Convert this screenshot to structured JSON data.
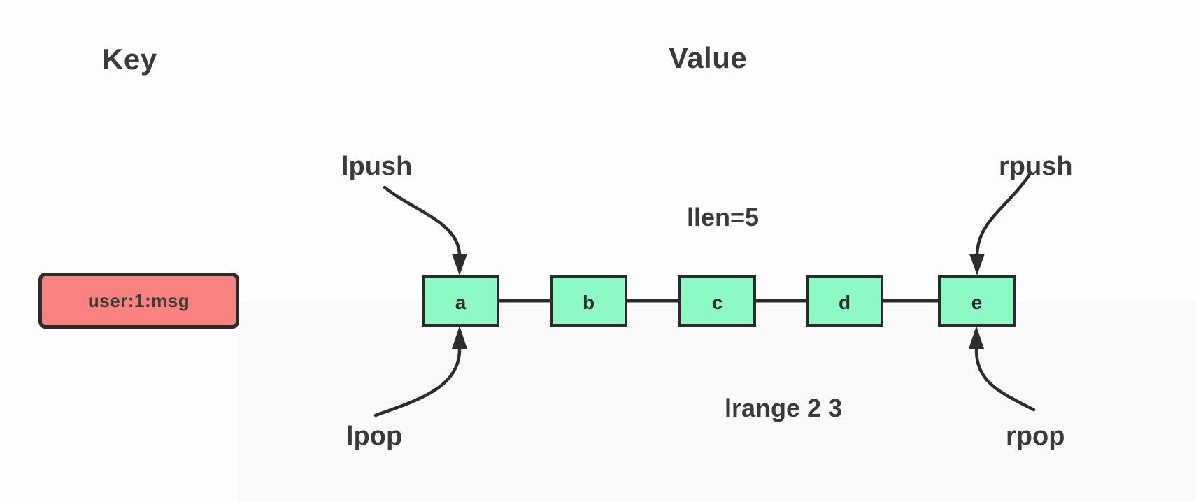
{
  "headers": {
    "key": "Key",
    "value": "Value"
  },
  "key_box": {
    "label": "user:1:msg",
    "fill": "#f8827e",
    "border": "#2b2b2b"
  },
  "list": {
    "nodes": [
      "a",
      "b",
      "c",
      "d",
      "e"
    ],
    "node_fill": "#8efac3",
    "node_border": "#2b2b2b"
  },
  "operations": {
    "lpush": "lpush",
    "lpop": "lpop",
    "rpush": "rpush",
    "rpop": "rpop"
  },
  "annotations": {
    "llen": "llen=5",
    "lrange": "lrange 2 3"
  },
  "colors": {
    "stroke": "#2d2d2d",
    "text": "#3a3a3a",
    "background": "#fdfdfd"
  }
}
